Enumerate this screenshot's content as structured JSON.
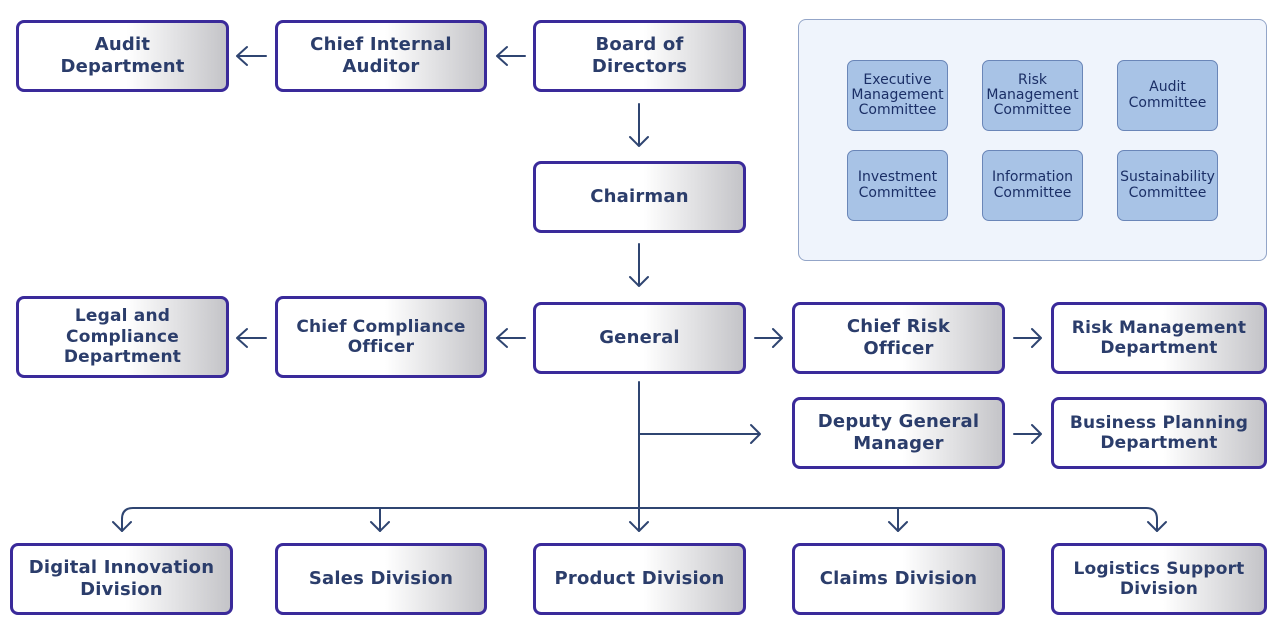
{
  "top": {
    "audit_department": "Audit\nDepartment",
    "chief_internal_auditor": "Chief Internal\nAuditor",
    "board_of_directors": "Board of\nDirectors",
    "chairman": "Chairman"
  },
  "middle": {
    "legal_compliance": "Legal and\nCompliance\nDepartment",
    "chief_compliance_officer": "Chief Compliance\nOfficer",
    "general": "General",
    "chief_risk_officer": "Chief Risk\nOfficer",
    "risk_management_department": "Risk Management\nDepartment",
    "deputy_general_manager": "Deputy General\nManager",
    "business_planning_department": "Business Planning\nDepartment"
  },
  "divisions": {
    "digital_innovation": "Digital Innovation\nDivision",
    "sales": "Sales Division",
    "product": "Product Division",
    "claims": "Claims Division",
    "logistics_support": "Logistics Support\nDivision"
  },
  "committees": {
    "executive_management": "Executive\nManagement\nCommittee",
    "risk_management": "Risk\nManagement\nCommittee",
    "audit": "Audit\nCommittee",
    "investment": "Investment\nCommittee",
    "information": "Information\nCommittee",
    "sustainability": "Sustainability\nCommittee"
  },
  "colors": {
    "box_border": "#3a2a9a",
    "box_text": "#2b3d6b",
    "connector": "#2f4571",
    "committee_fill": "#a8c3e6",
    "panel_fill": "#eff4fc"
  }
}
